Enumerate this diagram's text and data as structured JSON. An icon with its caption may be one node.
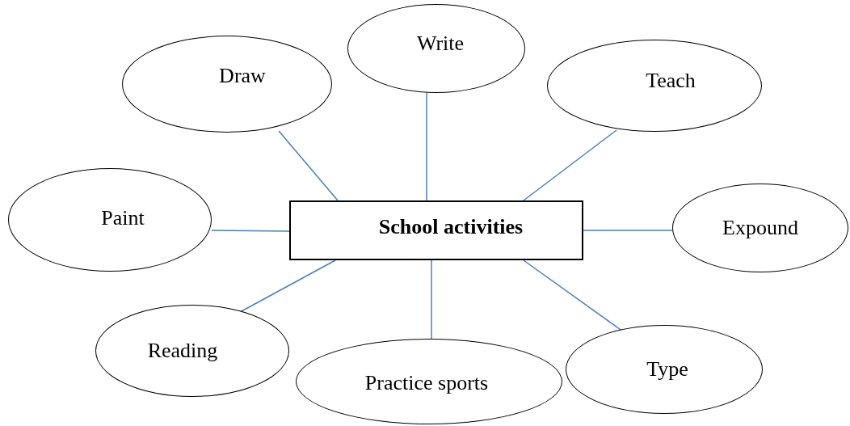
{
  "diagram": {
    "nodes": [
      {
        "text": [
          "Write"
        ]
      },
      {
        "text": [
          "Draw"
        ]
      },
      {
        "text": [
          "Teach"
        ]
      },
      {
        "text": [
          "Paint"
        ]
      },
      {
        "text": [
          "School activities"
        ]
      },
      {
        "text": [
          "Expound"
        ]
      },
      {
        "text": [
          "Reading"
        ]
      },
      {
        "text": [
          "Practice sports"
        ]
      },
      {
        "text": [
          "Type"
        ]
      }
    ],
    "edges": [
      {
        "from": 4,
        "to": 1,
        "arrow": "none"
      },
      {
        "from": 4,
        "to": 0,
        "arrow": "none"
      },
      {
        "from": 4,
        "to": 2,
        "arrow": "none"
      },
      {
        "from": 4,
        "to": 3,
        "arrow": "none"
      },
      {
        "from": 4,
        "to": 5,
        "arrow": "none"
      },
      {
        "from": 4,
        "to": 6,
        "arrow": "none"
      },
      {
        "from": 4,
        "to": 7,
        "arrow": "none"
      },
      {
        "from": 4,
        "to": 8,
        "arrow": "none"
      }
    ]
  }
}
